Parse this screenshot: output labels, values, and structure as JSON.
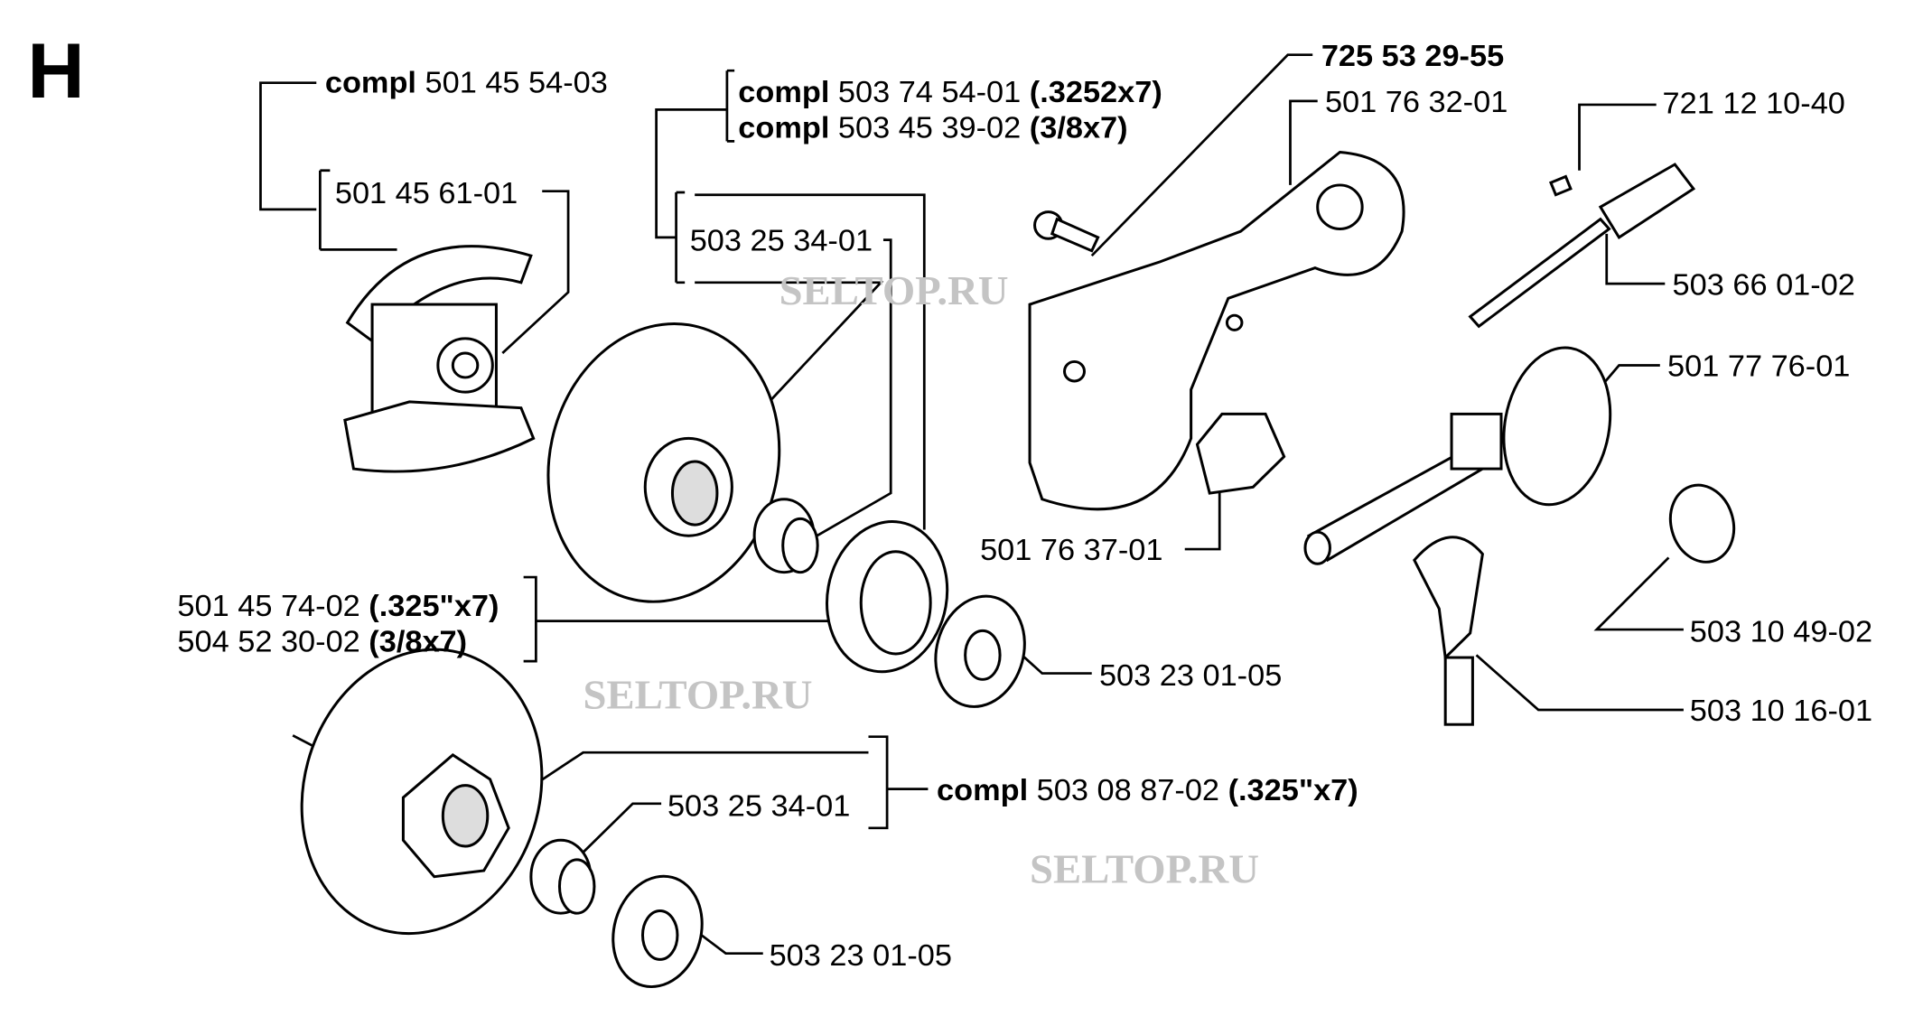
{
  "section_letter": "H",
  "watermark": "SELTOP.RU",
  "labels": {
    "clutch_compl": {
      "prefix": "compl",
      "number": "501 45 54-03"
    },
    "clutch_shoe": {
      "number": "501 45 61-01"
    },
    "drum_compl_a": {
      "prefix": "compl",
      "number": "503 74 54-01",
      "spec": "(.3252x7)"
    },
    "drum_compl_b": {
      "prefix": "compl",
      "number": "503 45 39-02",
      "spec": "(3/8x7)"
    },
    "bearing_upper": {
      "number": "503 25 34-01"
    },
    "screw": {
      "number": "725 53 29-55"
    },
    "plate": {
      "number": "501 76 32-01"
    },
    "pin": {
      "number": "721 12 10-40"
    },
    "shaft": {
      "number": "503 66 01-02"
    },
    "oil_pump": {
      "number": "501 77 76-01"
    },
    "guide": {
      "number": "501 76 37-01"
    },
    "worm": {
      "number": "503 10 49-02"
    },
    "hose": {
      "number": "503 10 16-01"
    },
    "rim_a": {
      "number": "501 45 74-02",
      "spec": "(.325\"x7)"
    },
    "rim_b": {
      "number": "504 52 30-02",
      "spec": "(3/8x7)"
    },
    "washer_upper": {
      "number": "503 23 01-05"
    },
    "drum2_compl": {
      "prefix": "compl",
      "number": "503 08 87-02",
      "spec": "(.325\"x7)"
    },
    "bearing_lower": {
      "number": "503 25 34-01"
    },
    "washer_lower": {
      "number": "503 23 01-05"
    }
  }
}
